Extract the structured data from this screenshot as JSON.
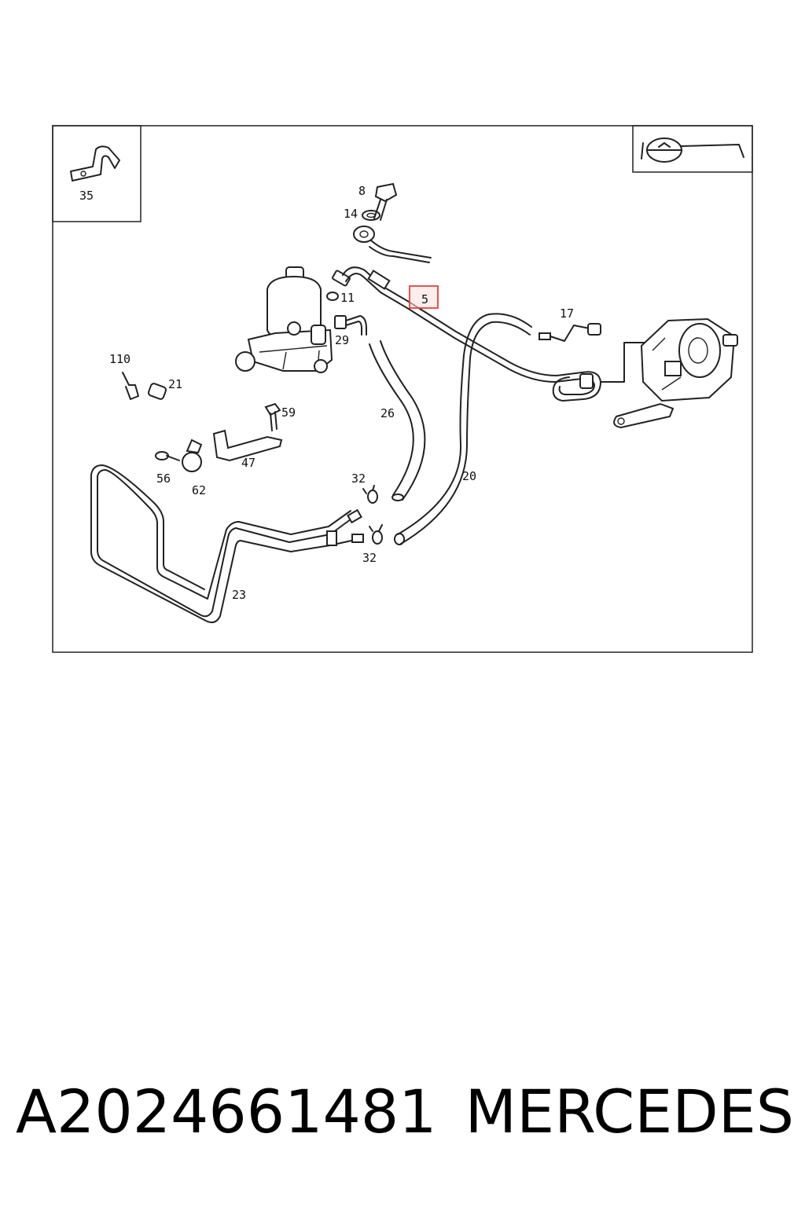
{
  "callouts": {
    "c35": "35",
    "c8": "8",
    "c14": "14",
    "c11": "11",
    "c5": "5",
    "c17": "17",
    "c29": "29",
    "c110": "110",
    "c21": "21",
    "c59": "59",
    "c26": "26",
    "c56": "56",
    "c62": "62",
    "c47": "47",
    "c32a": "32",
    "c20": "20",
    "c32b": "32",
    "c23": "23"
  },
  "highlight": {
    "callout": "5",
    "color": "#e8413c"
  },
  "caption": {
    "part_number": "A2024661481",
    "brand": "MERCEDES"
  }
}
